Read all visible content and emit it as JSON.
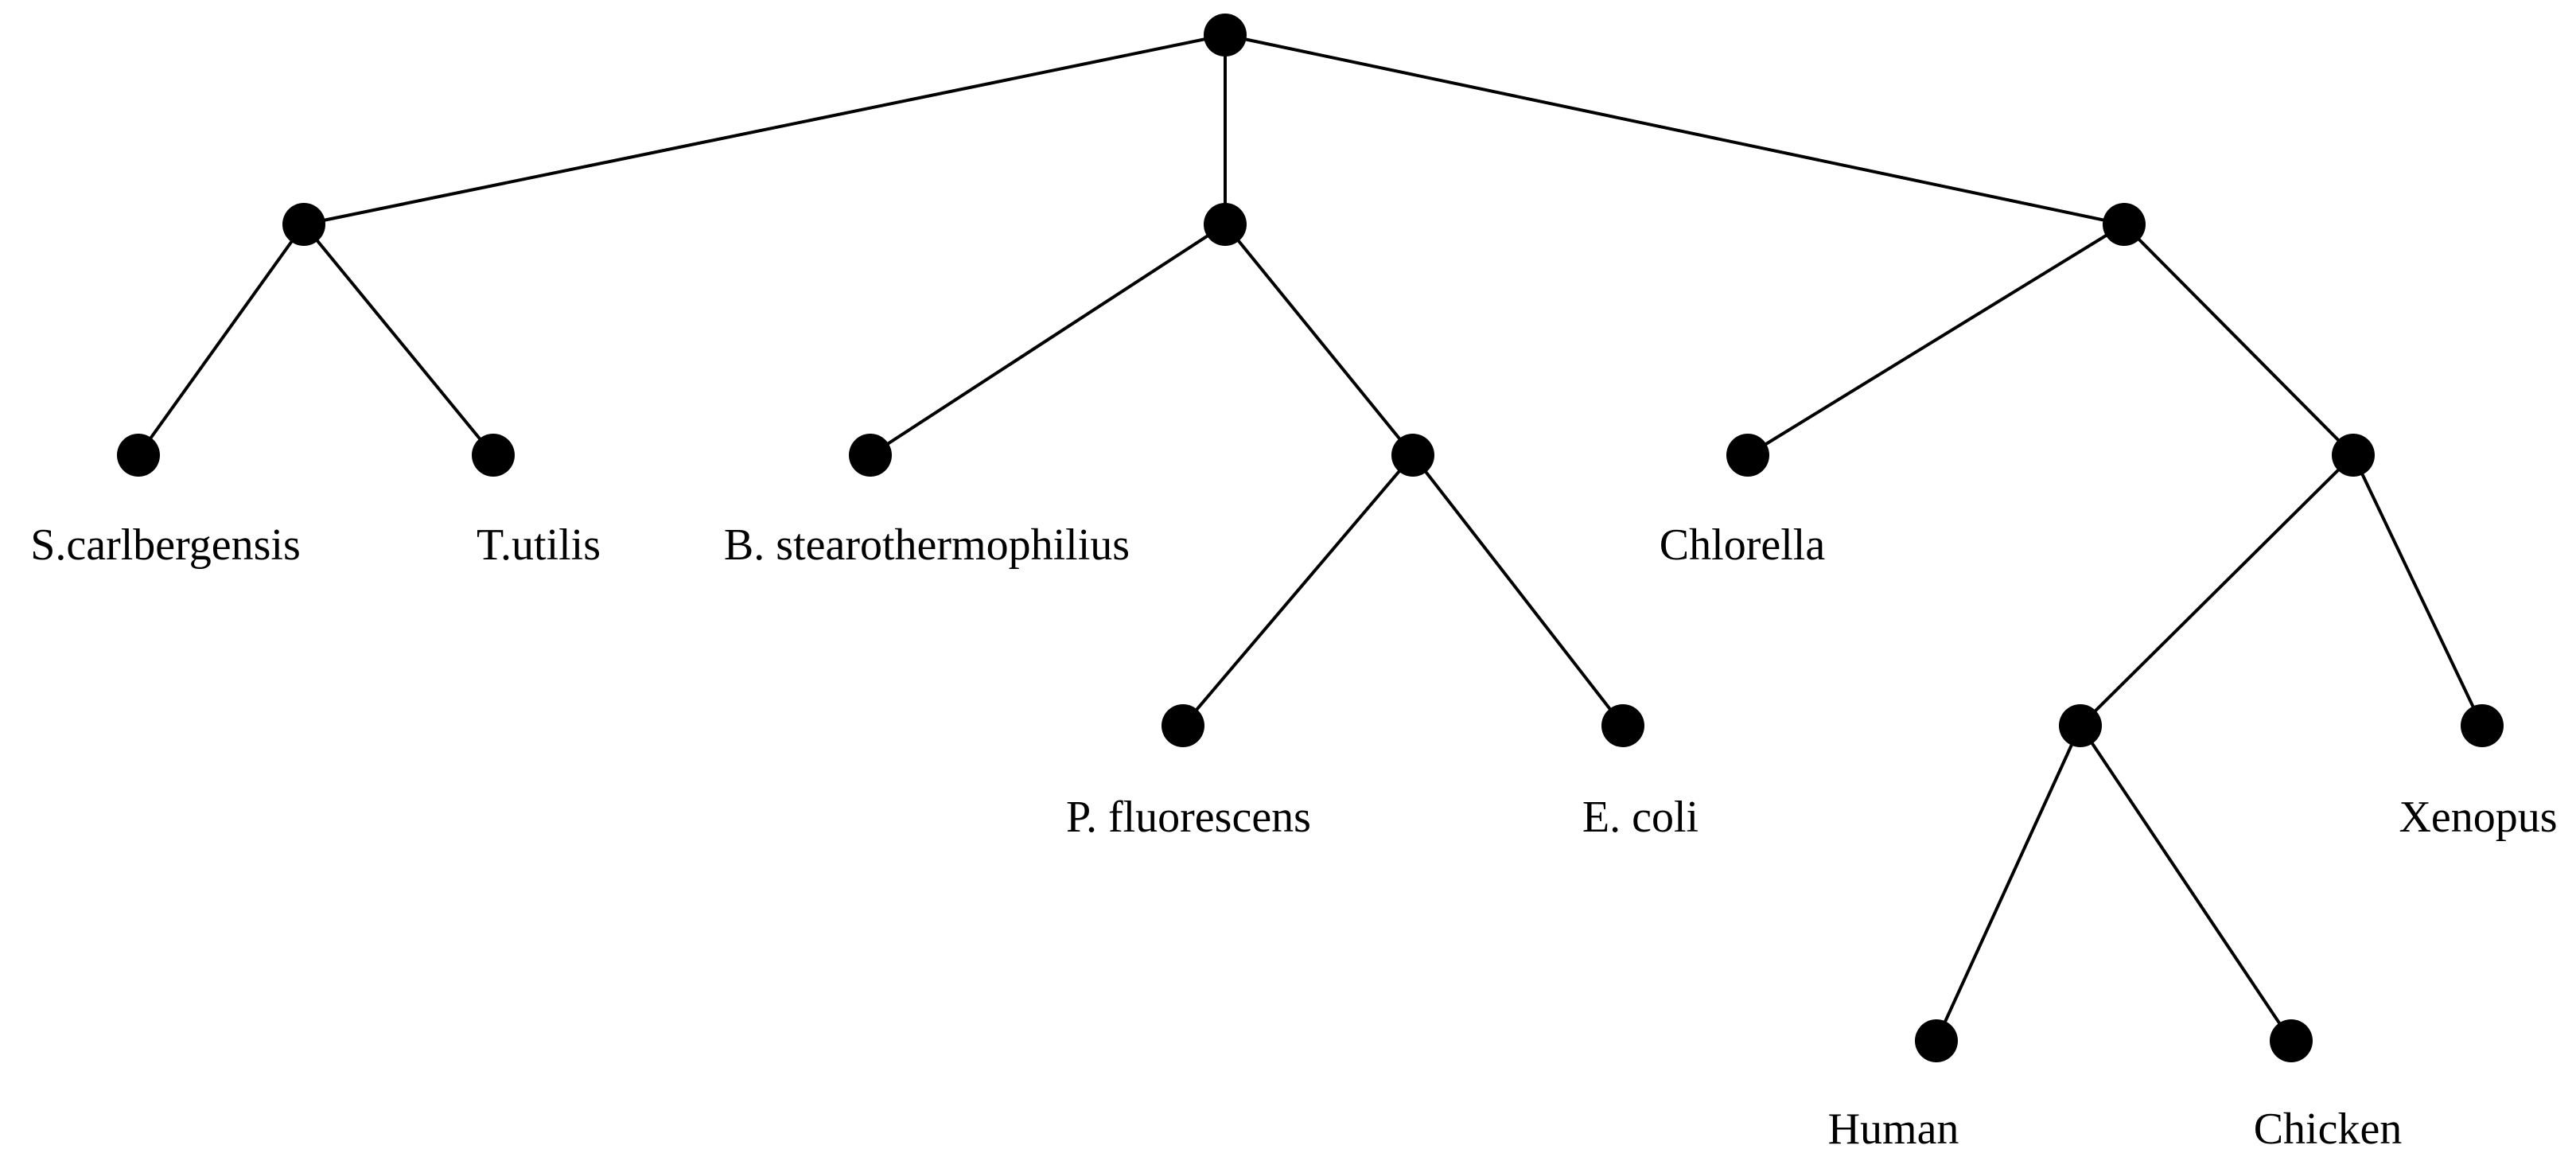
{
  "diagram": {
    "type": "tree",
    "node_color": "#000000",
    "edge_color": "#000000",
    "nodes": [
      {
        "id": "root"
      },
      {
        "id": "n1",
        "parent": "root"
      },
      {
        "id": "n2",
        "parent": "root"
      },
      {
        "id": "n3",
        "parent": "root"
      },
      {
        "id": "s_carlbergensis",
        "parent": "n1",
        "label": "S.carlbergensis"
      },
      {
        "id": "t_utilis",
        "parent": "n1",
        "label": "T.utilis"
      },
      {
        "id": "b_stearothermophilius",
        "parent": "n2",
        "label": "B. stearothermophilius"
      },
      {
        "id": "n2b",
        "parent": "n2"
      },
      {
        "id": "p_fluorescens",
        "parent": "n2b",
        "label": "P. fluorescens"
      },
      {
        "id": "e_coli",
        "parent": "n2b",
        "label": "E. coli"
      },
      {
        "id": "chlorella",
        "parent": "n3",
        "label": "Chlorella"
      },
      {
        "id": "n3b",
        "parent": "n3"
      },
      {
        "id": "n3c",
        "parent": "n3b"
      },
      {
        "id": "xenopus",
        "parent": "n3b",
        "label": "Xenopus"
      },
      {
        "id": "human",
        "parent": "n3c",
        "label": "Human"
      },
      {
        "id": "chicken",
        "parent": "n3c",
        "label": "Chicken"
      }
    ]
  }
}
